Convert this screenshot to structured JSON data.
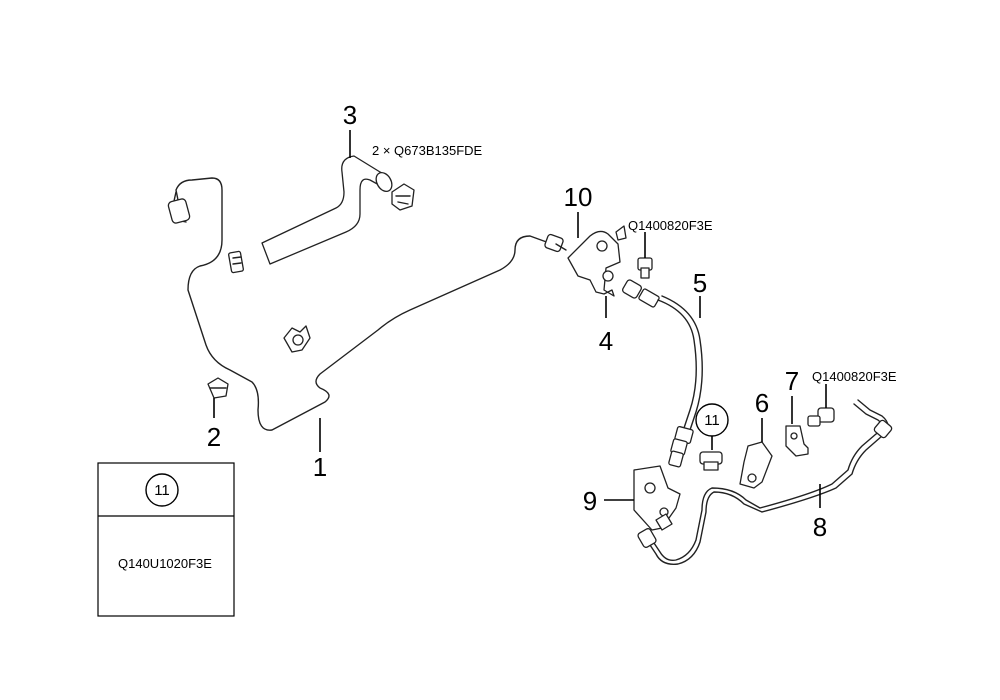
{
  "callouts": {
    "c1": "1",
    "c2": "2",
    "c3": "3",
    "c4": "4",
    "c5": "5",
    "c6": "6",
    "c7": "7",
    "c8": "8",
    "c9": "9",
    "c10": "10"
  },
  "part_numbers": {
    "hose_clip": "2 × Q673B135FDE",
    "bracket_bolt": "Q1400820F3E",
    "clip_bolt": "Q1400820F3E"
  },
  "circled_callout": "11",
  "legend_box": {
    "circled_ref": "11",
    "part_number": "Q140U1020F3E"
  }
}
